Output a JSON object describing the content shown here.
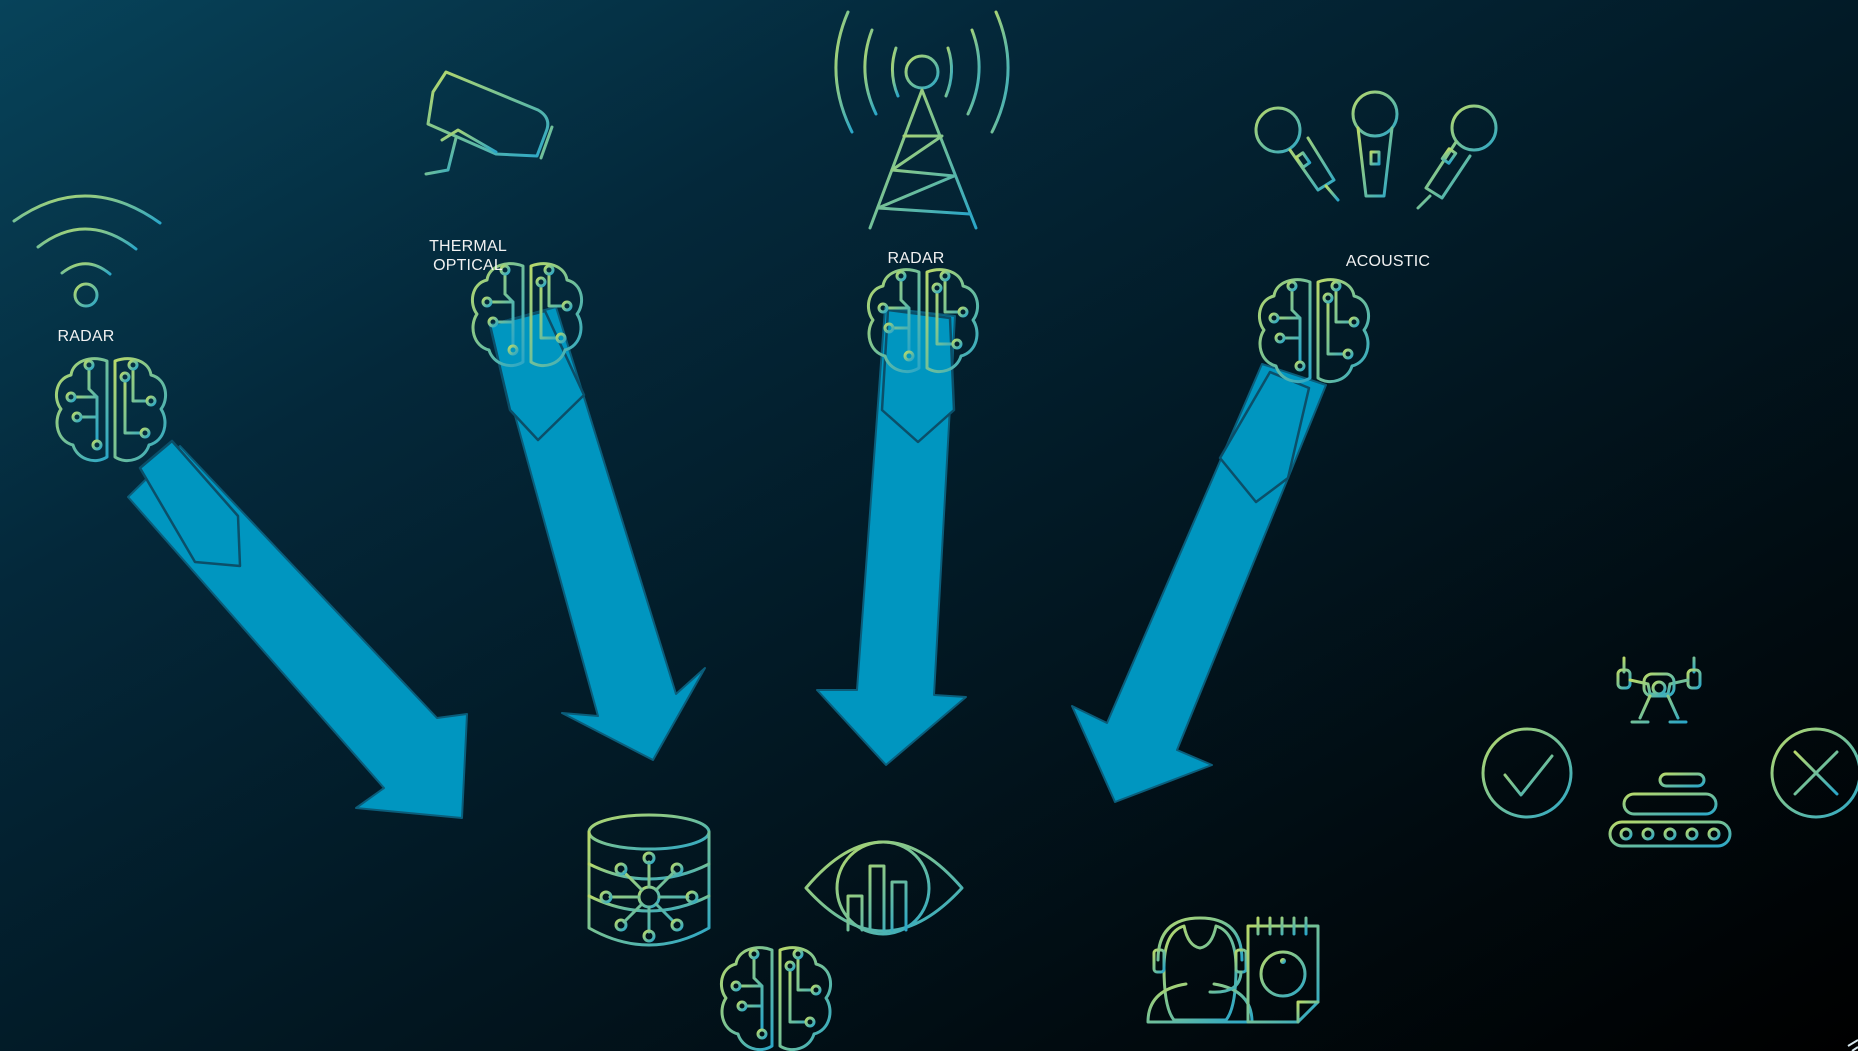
{
  "labels": {
    "radar_left": "RADAR",
    "thermal_optical": "THERMAL\nOPTICAL",
    "radar_center": "RADAR",
    "acoustic": "ACOUSTIC"
  },
  "colors": {
    "background_top": "#07435a",
    "background_bottom": "#000000",
    "arrow_fill": "#0096c0",
    "icon_gradient_start": "#b8d96a",
    "icon_gradient_end": "#2aa6c8",
    "label_text": "#f2f2f2"
  },
  "icons": [
    "wifi-signal-icon",
    "security-camera-icon",
    "radio-tower-icon",
    "microphones-icon",
    "ai-brain-icon",
    "database-network-icon",
    "eye-chart-icon",
    "operator-headset-icon",
    "info-document-icon",
    "drone-icon",
    "tank-icon",
    "check-circle-icon",
    "x-circle-icon"
  ]
}
